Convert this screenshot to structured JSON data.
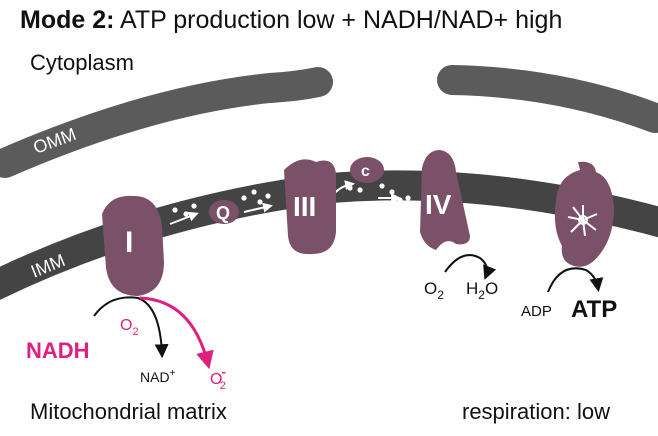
{
  "title": {
    "bold": "Mode 2:",
    "rest": " ATP production low + NADH/NAD+ high"
  },
  "regions": {
    "cytoplasm": "Cytoplasm",
    "matrix": "Mitochondrial matrix"
  },
  "membranes": {
    "outer": "OMM",
    "inner": "IMM"
  },
  "complexes": {
    "c1": "I",
    "q": "Q",
    "c3": "III",
    "cytc": "c",
    "c4": "IV"
  },
  "reactions": {
    "o2": "O",
    "o2_sub": "2",
    "h2o_h": "H",
    "h2o_sub": "2",
    "h2o_o": "O",
    "adp": "ADP",
    "atp": "ATP",
    "nadh": "NADH",
    "nad": "NAD",
    "nad_sup": "+",
    "o2_in": "O",
    "o2_in_sub": "2",
    "sup_o": "O",
    "sup_sub": "2",
    "sup_sup": "-"
  },
  "status": "respiration: low",
  "colors": {
    "complex": "#7b5169",
    "membrane": "#555555",
    "superoxide": "#e0207f"
  }
}
